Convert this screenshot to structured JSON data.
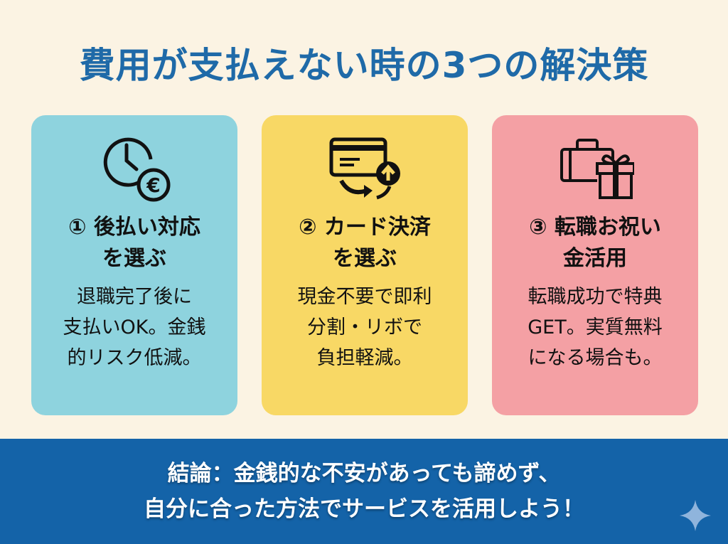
{
  "title": "費用が支払えない時の3つの解決策",
  "colors": {
    "background": "#fbf3e3",
    "title": "#1f6aa8",
    "card1": "#8ed3de",
    "card2": "#f8d865",
    "card3": "#f4a0a4",
    "footer": "#1463a8"
  },
  "cards": [
    {
      "icon": "clock-euro-icon",
      "heading_line1": "① 後払い対応",
      "heading_line2": "を選ぶ",
      "body_line1": "退職完了後に",
      "body_line2": "支払いOK。金銭",
      "body_line3": "的リスク低減。"
    },
    {
      "icon": "credit-card-icon",
      "heading_line1": "② カード決済",
      "heading_line2": "を選ぶ",
      "body_line1": "現金不要で即利",
      "body_line2": "分割・リボで",
      "body_line3": "負担軽減。"
    },
    {
      "icon": "briefcase-gift-icon",
      "heading_line1": "③ 転職お祝い",
      "heading_line2": "金活用",
      "body_line1": "転職成功で特典",
      "body_line2": "GET。実質無料",
      "body_line3": "になる場合も。"
    }
  ],
  "footer": {
    "line1": "結論：金銭的な不安があっても諦めず、",
    "line2": "自分に合った方法でサービスを活用しよう！",
    "icon": "sparkle-icon"
  }
}
